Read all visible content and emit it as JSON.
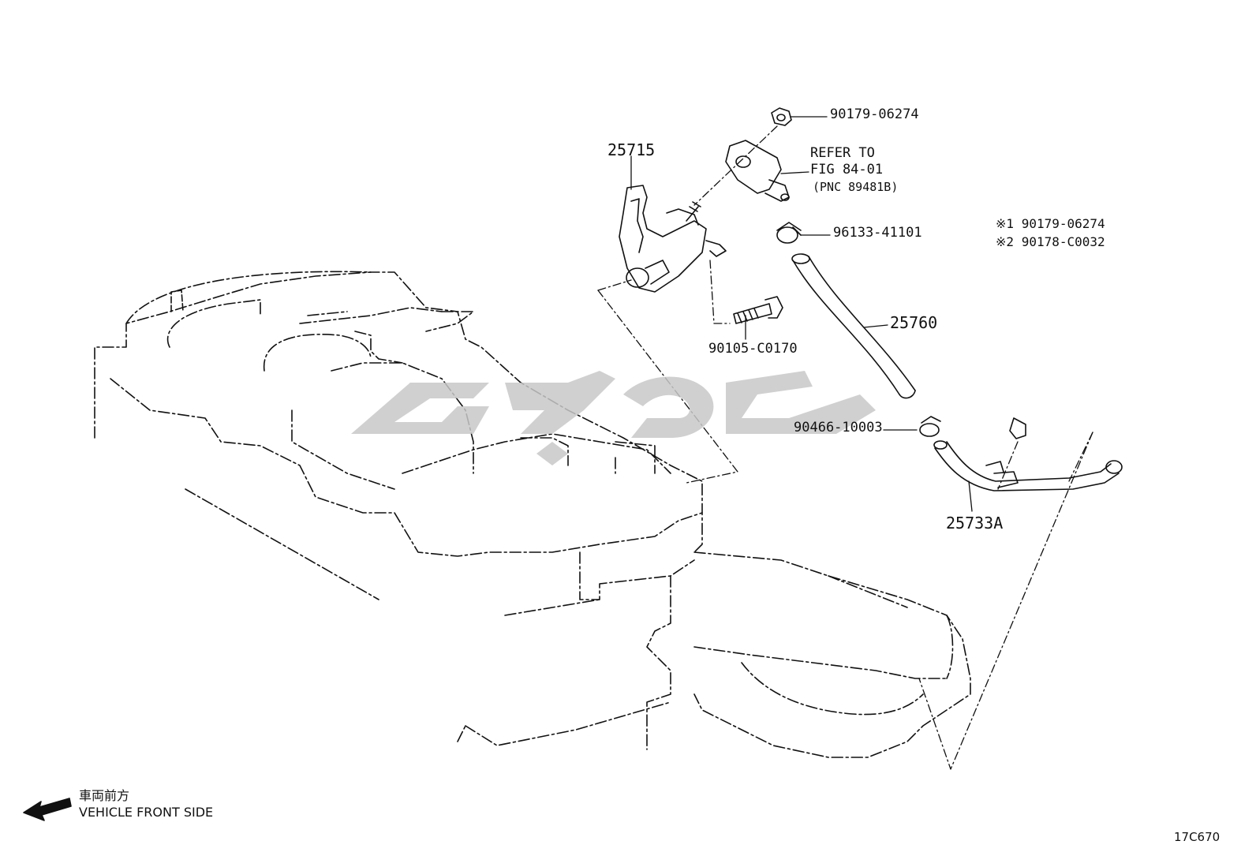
{
  "parts": {
    "p_90179_06274": "90179-06274",
    "p_25715": "25715",
    "refer_line1": "REFER TO",
    "refer_line2": "FIG 84-01",
    "refer_line3": "(PNC 89481B)",
    "p_96133_41101": "96133-41101",
    "p_25760": "25760",
    "p_90105_C0170": "90105-C0170",
    "p_90466_10003": "90466-10003",
    "p_25733A": "25733A"
  },
  "legend": [
    {
      "mark": "※1",
      "part": "90179-06274"
    },
    {
      "mark": "※2",
      "part": "90178-C0032"
    }
  ],
  "front_side": {
    "jp": "車両前方",
    "en": "VEHICLE FRONT SIDE",
    "icon": "arrow-left-icon"
  },
  "figure_code": "17C670",
  "colors": {
    "line": "#111111",
    "watermark": "#c8c8c8",
    "background": "#ffffff"
  }
}
